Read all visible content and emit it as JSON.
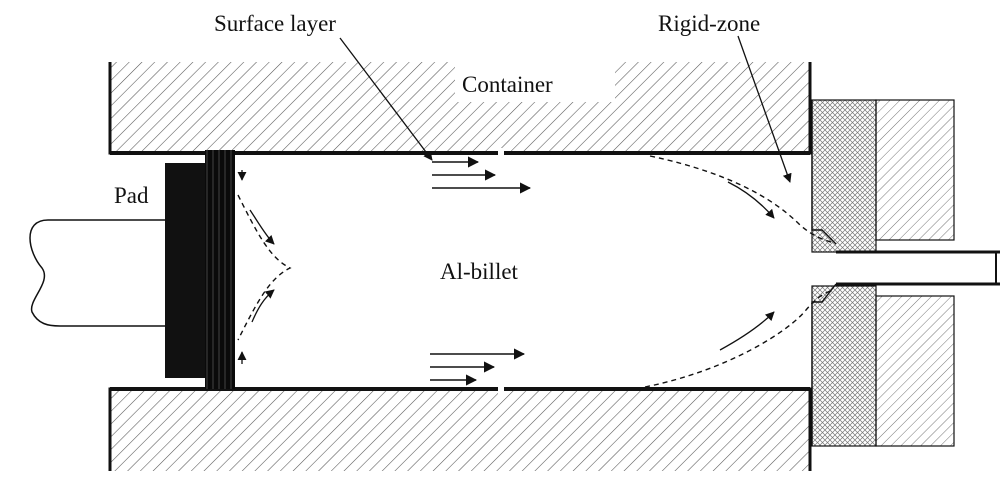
{
  "labels": {
    "surface_layer": "Surface layer",
    "rigid_zone": "Rigid-zone",
    "container": "Container",
    "pad": "Pad",
    "billet": "Al-billet"
  },
  "colors": {
    "ink": "#111111",
    "hatch": "#555555",
    "crosshatch": "#777777",
    "background": "#ffffff"
  }
}
